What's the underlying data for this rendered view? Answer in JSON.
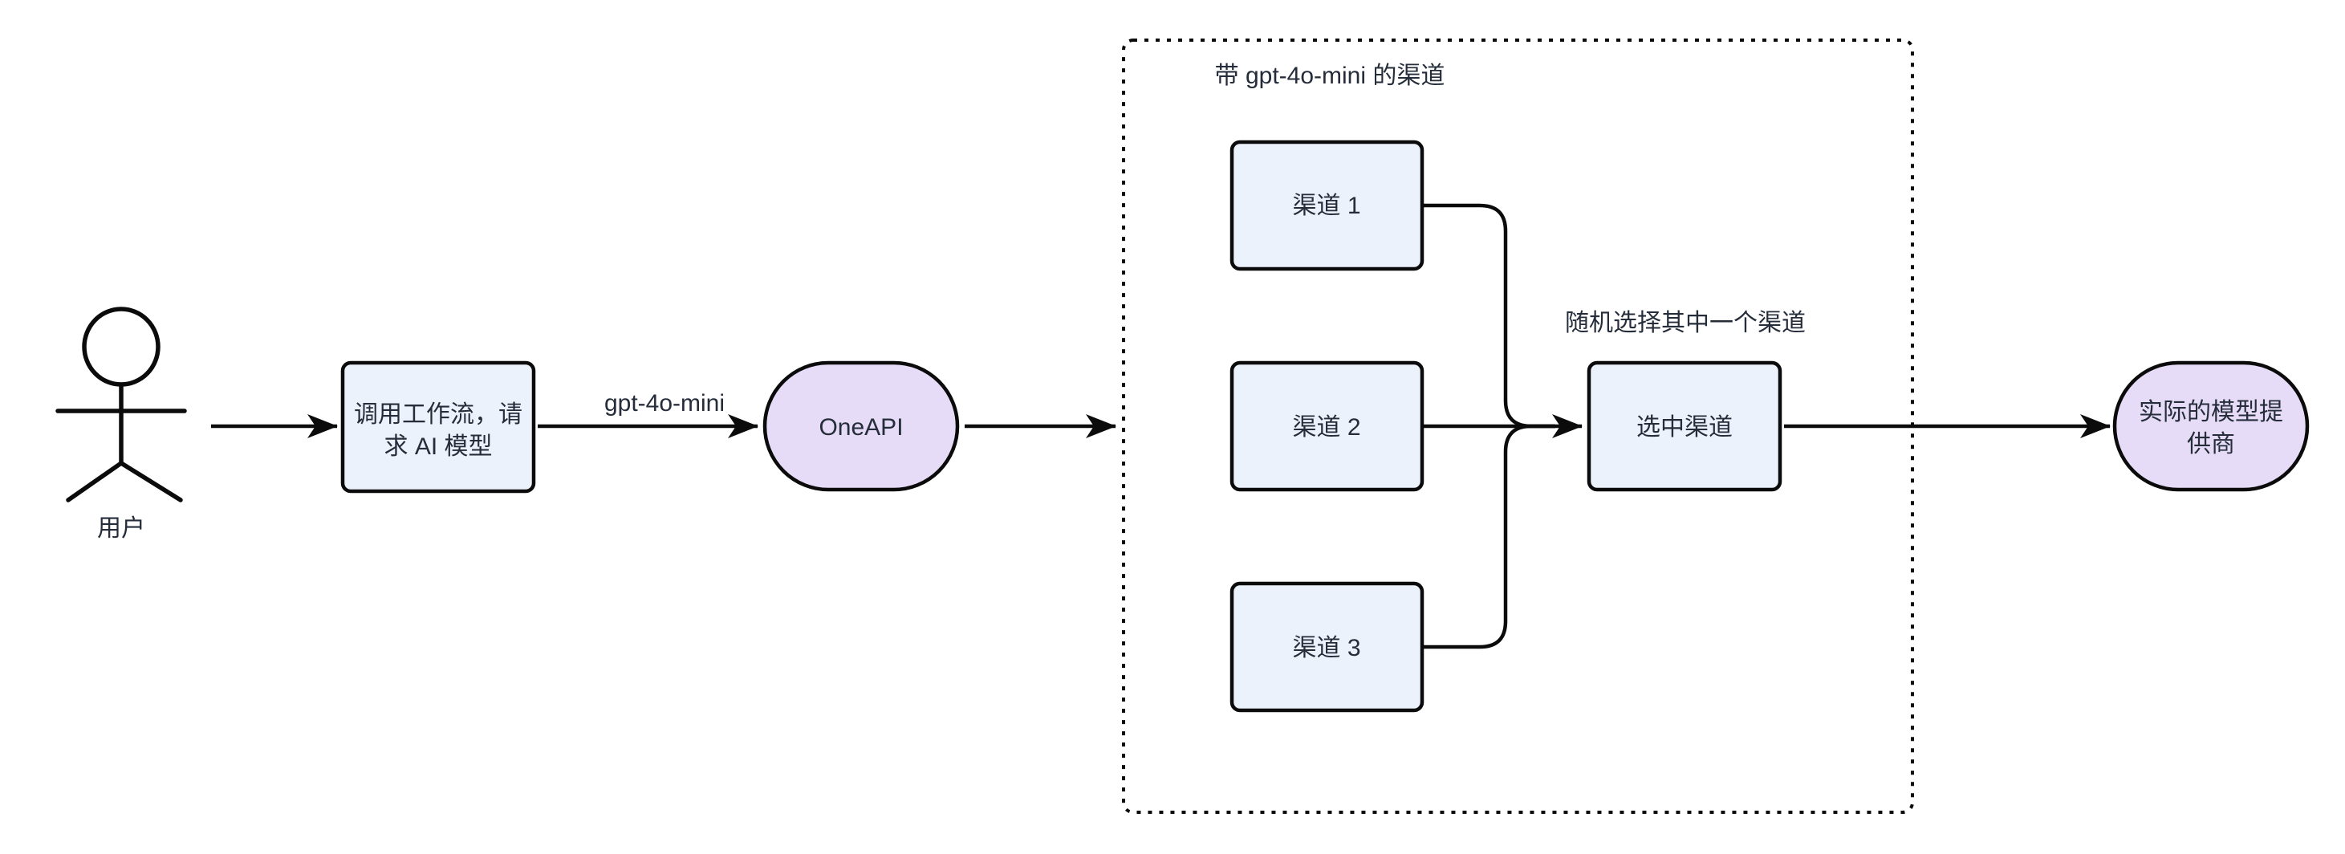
{
  "diagram": {
    "colors": {
      "line": "#0b0b0b",
      "node_fill": "#ECF2FB",
      "stadium_fill": "#E6DCF7",
      "text": "#262d3a"
    },
    "actor": {
      "label": "用户"
    },
    "nodes": {
      "workflow": {
        "lines": {
          "0": "调用工作流，请",
          "1": "求 AI 模型"
        }
      },
      "oneapi": {
        "label": "OneAPI"
      },
      "channel1": {
        "label": "渠道 1"
      },
      "channel2": {
        "label": "渠道 2"
      },
      "channel3": {
        "label": "渠道 3"
      },
      "selected": {
        "label": "选中渠道"
      },
      "provider": {
        "lines": {
          "0": "实际的模型提",
          "1": "供商"
        }
      }
    },
    "edges": {
      "model_label": "gpt-4o-mini",
      "random_label": "随机选择其中一个渠道"
    },
    "subgraph": {
      "label": "带 gpt-4o-mini 的渠道"
    }
  }
}
